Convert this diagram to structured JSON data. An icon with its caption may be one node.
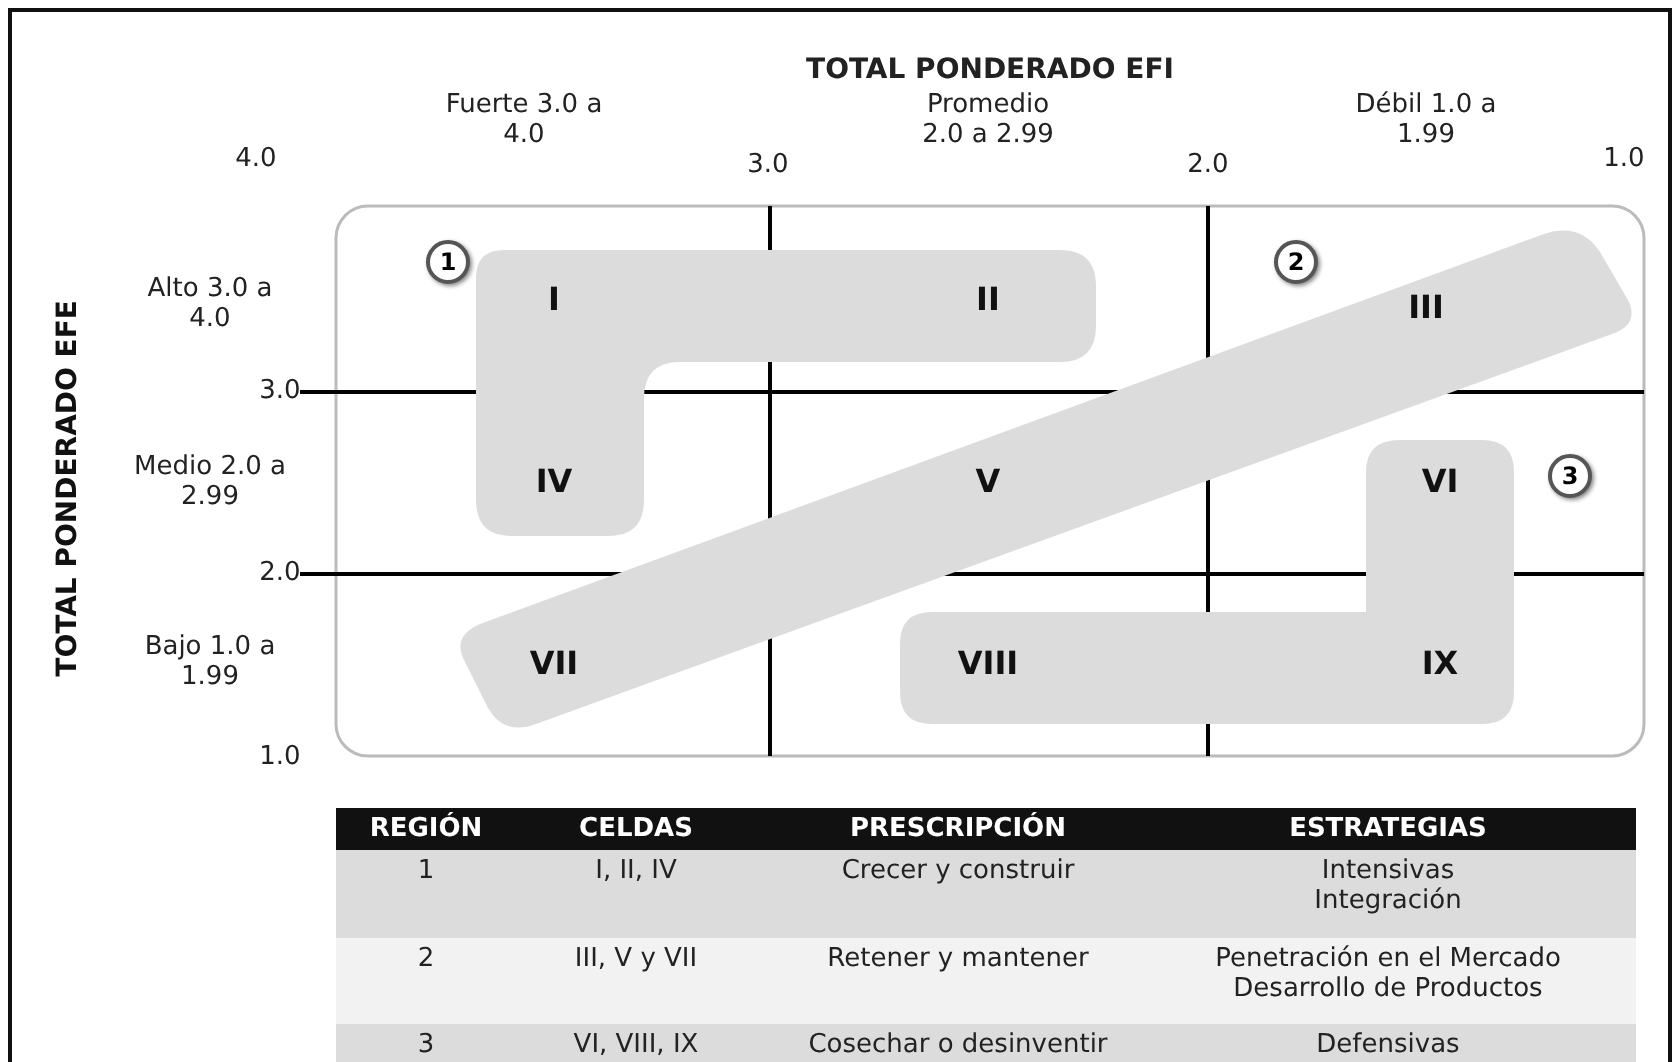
{
  "diagram": {
    "nodes": [
      {
        "text": [
          "I",
          "II",
          "IV"
        ]
      },
      {
        "text": [
          "III",
          "V",
          "VII"
        ]
      },
      {
        "text": [
          "VI",
          "VIII",
          "IX"
        ]
      },
      {
        "text": [
          "1"
        ]
      },
      {
        "text": [
          "2"
        ]
      },
      {
        "text": [
          "3"
        ]
      }
    ],
    "labels": [
      "TOTAL PONDERADO EFI",
      "Fuerte 3.0 a 4.0",
      "Promedio 2.0 a 2.99",
      "Débil 1.0 a 1.99",
      "4.0",
      "3.0",
      "2.0",
      "1.0",
      "TOTAL PONDERADO EFE",
      "Alto 3.0 a 4.0",
      "3.0",
      "Medio 2.0 a 2.99",
      "2.0",
      "Bajo 1.0 a 1.99",
      "1.0",
      "REGIÓN",
      "CELDAS",
      "PRESCRIPCIÓN",
      "ESTRATEGIAS",
      "1",
      "I, II, IV",
      "Crecer y construir",
      "Intensivas Integración",
      "2",
      "III, V y VII",
      "Retener y mantener",
      "Penetración en el Mercado Desarrollo de Productos",
      "3",
      "VI, VIII, IX",
      "Cosechar o desinventir",
      "Defensivas"
    ]
  }
}
